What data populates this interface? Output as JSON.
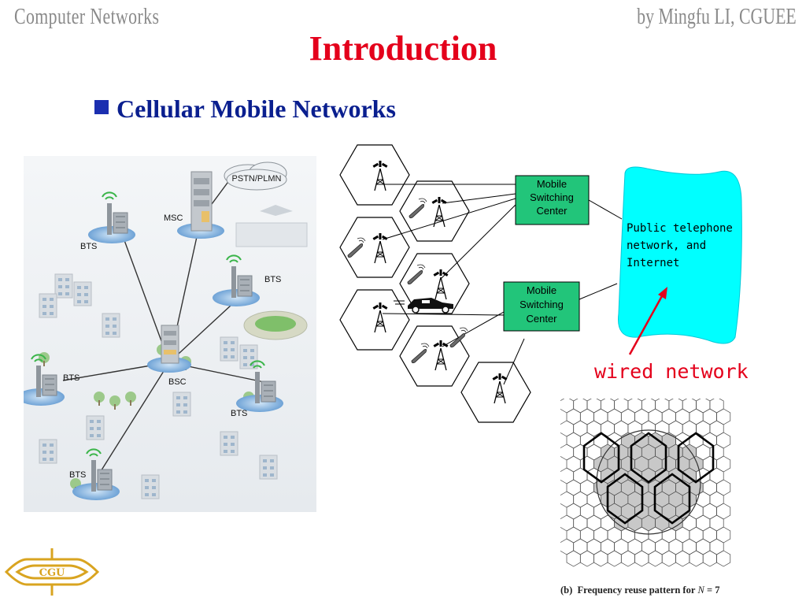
{
  "header": {
    "course": "Computer Networks",
    "author": "by Mingfu LI, CGUEE"
  },
  "slide": {
    "title": "Introduction",
    "bullet": "Cellular Mobile Networks"
  },
  "network_labels": {
    "pstn": "PSTN/PLMN",
    "msc": "MSC",
    "bsc": "BSC",
    "bts": "BTS"
  },
  "cell_diagram": {
    "msc_line1": "Mobile",
    "msc_line2": "Switching",
    "msc_line3": "Center",
    "cloud_line1": "Public telephone",
    "cloud_line2": "network, and",
    "cloud_line3": "Internet",
    "wired_label": "wired network"
  },
  "reuse_caption": {
    "prefix": "(b)",
    "text": "Frequency reuse pattern for",
    "var": "N",
    "eq": "= 7"
  },
  "colors": {
    "title": "#e4001b",
    "bullet": "#0a1f8f",
    "msc_box": "#22c57a",
    "cloud": "#00ffff",
    "wired": "#e4001b",
    "logo": "#d9a420"
  },
  "icons": [
    "antenna-tower-icon",
    "mobile-phone-icon",
    "car-icon",
    "university-logo"
  ]
}
